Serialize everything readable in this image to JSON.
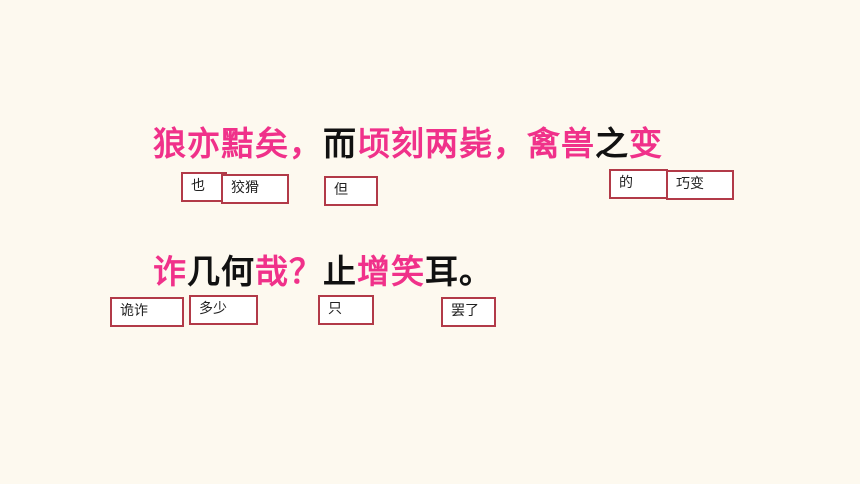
{
  "colors": {
    "background": "#fdf9ef",
    "keyword": "#f0318a",
    "plain": "#111111",
    "gloss_border": "#b23a48"
  },
  "line1": {
    "segments": [
      {
        "text": "狼亦黠矣，",
        "style": "keyword"
      },
      {
        "text": "而",
        "style": "plain"
      },
      {
        "text": "顷刻两毙，",
        "style": "keyword"
      },
      {
        "text": "禽兽",
        "style": "keyword"
      },
      {
        "text": "之",
        "style": "plain"
      },
      {
        "text": "变",
        "style": "keyword"
      }
    ]
  },
  "line2": {
    "segments": [
      {
        "text": "诈",
        "style": "keyword"
      },
      {
        "text": "几何",
        "style": "plain"
      },
      {
        "text": "哉？",
        "style": "keyword"
      },
      {
        "text": "止",
        "style": "plain"
      },
      {
        "text": "增笑",
        "style": "keyword"
      },
      {
        "text": "耳。",
        "style": "plain"
      }
    ]
  },
  "glosses": [
    {
      "id": "ye",
      "text": "也"
    },
    {
      "id": "xiahua",
      "text": "狡猾"
    },
    {
      "id": "dan",
      "text": "但"
    },
    {
      "id": "de",
      "text": "的"
    },
    {
      "id": "qiaobian",
      "text": "巧变"
    },
    {
      "id": "guizha",
      "text": "诡诈"
    },
    {
      "id": "duoshao",
      "text": "多少"
    },
    {
      "id": "zhi",
      "text": "只"
    },
    {
      "id": "bale",
      "text": "罢了"
    }
  ]
}
